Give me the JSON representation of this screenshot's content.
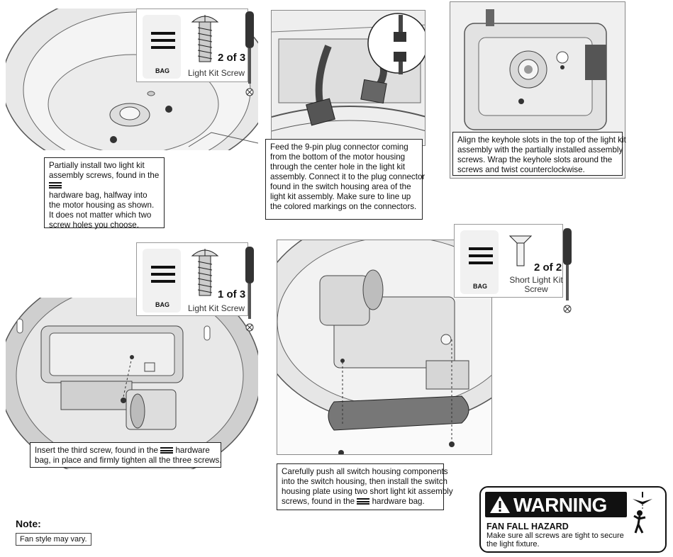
{
  "steps": {
    "s1": {
      "caption_line1": "Partially install two light kit",
      "caption_line2": "assembly screws, found in the",
      "caption_line3": "hardware bag, halfway into",
      "caption_line4": "the motor housing as shown.",
      "caption_line5": "It does not matter which two",
      "caption_line6": "screw holes you choose.",
      "bag_label": "BAG",
      "count": "2 of 3",
      "screw_name": "Light Kit Screw"
    },
    "s2": {
      "caption_line1": "Feed the 9-pin plug connector coming",
      "caption_line2": "from the bottom of the motor housing",
      "caption_line3": "through the center hole in the light kit",
      "caption_line4": "assembly. Connect it to the plug connector",
      "caption_line5": "found in the switch housing area of the",
      "caption_line6": "light kit assembly. Make sure to line up",
      "caption_line7": "the colored markings on the connectors."
    },
    "s3": {
      "caption_line1": "Align the keyhole slots in the top of the light kit",
      "caption_line2": "assembly with the partially installed assembly",
      "caption_line3": "screws. Wrap the keyhole slots around the",
      "caption_line4": "screws and twist counterclockwise."
    },
    "s4": {
      "caption_line1a": "Insert the third screw, found in the",
      "caption_line1b": "hardware",
      "caption_line2": "bag, in place and firmly tighten all the three screws.",
      "bag_label": "BAG",
      "count": "1 of 3",
      "screw_name": "Light Kit Screw"
    },
    "s5": {
      "caption_line1": "Carefully push all switch housing components",
      "caption_line2": "into the switch housing, then install the switch",
      "caption_line3": "housing plate using two short light kit assembly",
      "caption_line4a": "screws, found in the",
      "caption_line4b": "hardware bag.",
      "bag_label": "BAG",
      "count": "2 of 2",
      "screw_name_line1": "Short Light Kit",
      "screw_name_line2": "Screw"
    }
  },
  "note": {
    "title": "Note:",
    "text": "Fan style may vary."
  },
  "warning": {
    "header": "WARNING",
    "hazard": "FAN FALL HAZARD",
    "message_line1": "Make sure all screws are tight to secure",
    "message_line2": "the light fixture."
  }
}
